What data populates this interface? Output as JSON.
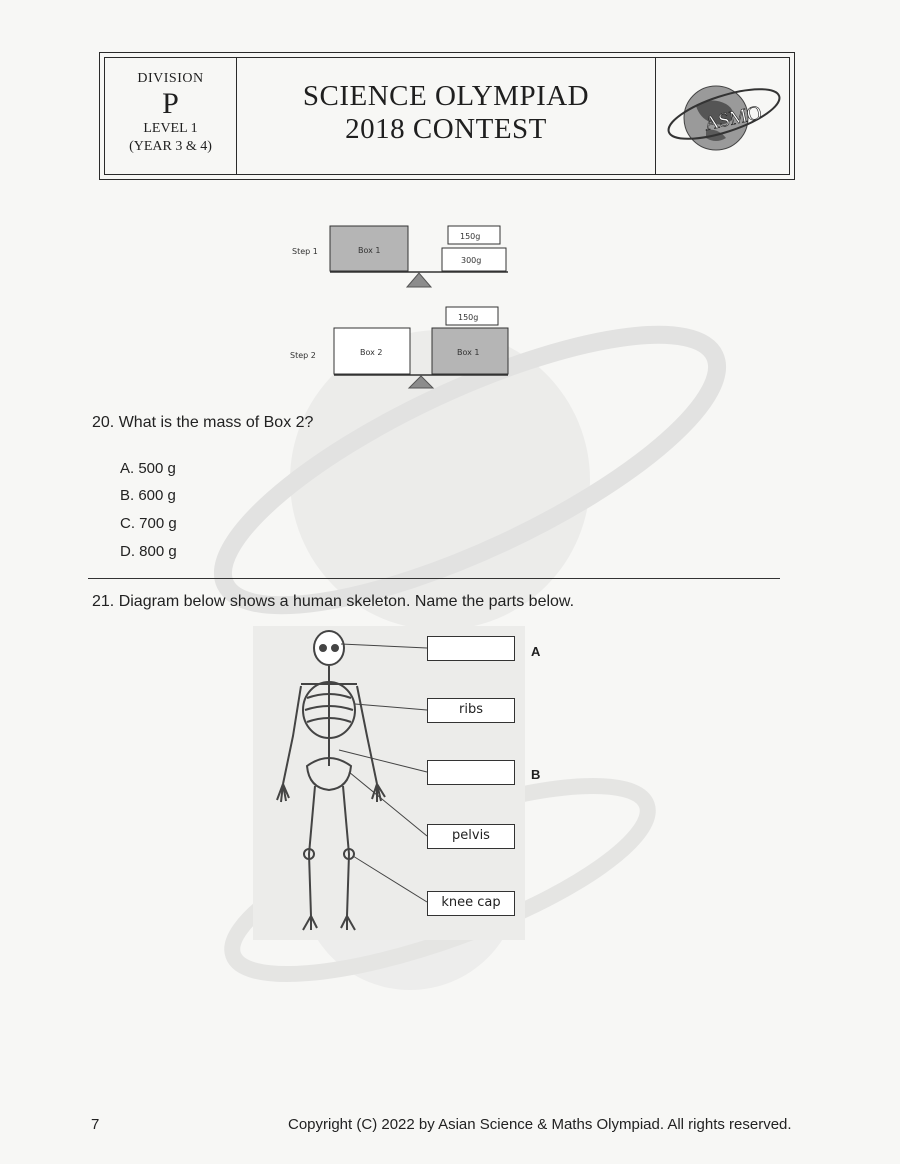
{
  "header": {
    "division_label": "DIVISION",
    "division_letter": "P",
    "level": "LEVEL 1",
    "year": "(YEAR 3 & 4)",
    "title_line1": "SCIENCE OLYMPIAD",
    "title_line2": "2018 CONTEST",
    "logo_text": "ASMO"
  },
  "balance_diagram": {
    "step1_label": "Step 1",
    "step1_box": "Box 1",
    "step1_top_weight": "150g",
    "step1_bottom_weight": "300g",
    "step2_label": "Step 2",
    "step2_box_left": "Box 2",
    "step2_box_right": "Box 1",
    "step2_weight": "150g"
  },
  "q20": {
    "question": "20. What is the mass of Box 2?",
    "options": [
      "A. 500 g",
      "B. 600 g",
      "C. 700 g",
      "D. 800 g"
    ]
  },
  "q21": {
    "question": "21. Diagram below shows a human skeleton. Name the parts below.",
    "labels": [
      "",
      "ribs",
      "",
      "pelvis",
      "knee cap"
    ],
    "letter_a": "A",
    "letter_b": "B"
  },
  "footer": {
    "page_number": "7",
    "copyright": "Copyright (C) 2022 by Asian Science & Maths Olympiad. All rights reserved."
  },
  "colors": {
    "box_shaded": "#b5b5b5",
    "triangle": "#8c8c8c"
  }
}
